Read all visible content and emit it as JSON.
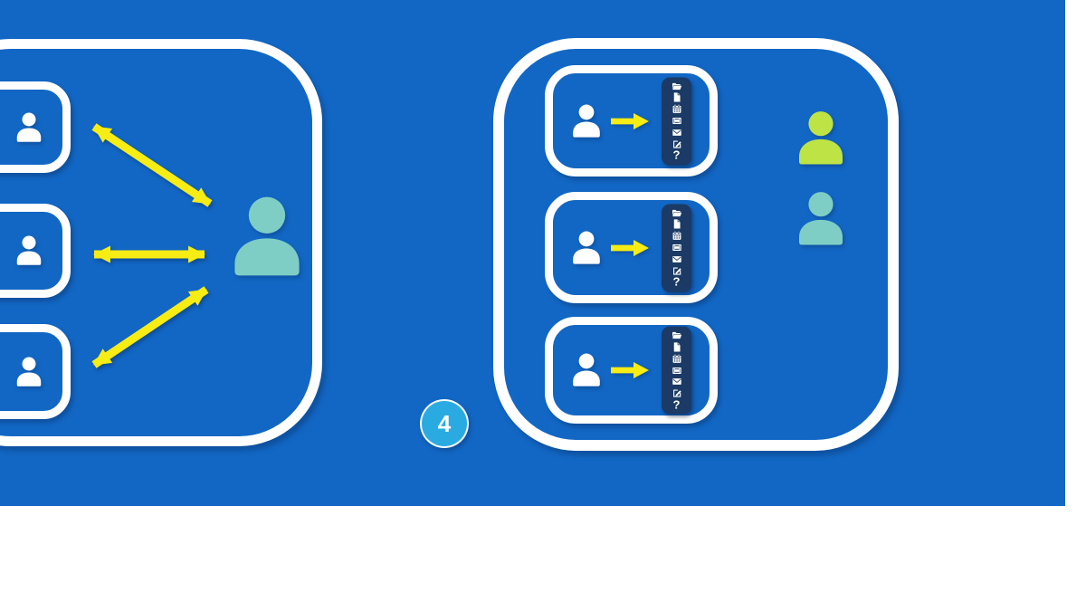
{
  "diagram": {
    "background_color": "#1267C4",
    "page_margin_color": "#FFFFFF",
    "accent_arrow_color": "#F7EC13",
    "step_badge": {
      "label": "4",
      "color": "#29ABE2"
    },
    "left_group": {
      "description": "three member cards linked to a teal coordinator person by two-way yellow arrows",
      "member_cards": [
        {
          "icon": "person-icon",
          "color": "#FFFFFF"
        },
        {
          "icon": "person-icon",
          "color": "#FFFFFF"
        },
        {
          "icon": "person-icon",
          "color": "#FFFFFF"
        }
      ],
      "coordinator": {
        "icon": "person-icon",
        "color": "#7FCEC5"
      },
      "arrows": [
        "two-way",
        "two-way",
        "two-way"
      ]
    },
    "right_group": {
      "description": "three cards where a person points to a vertical toolbar of content icons, observed by two persons",
      "toolbar_color": "#1B3A66",
      "toolbar_icons": [
        {
          "name": "folder-open-icon"
        },
        {
          "name": "document-icon"
        },
        {
          "name": "calendar-icon"
        },
        {
          "name": "video-icon"
        },
        {
          "name": "mail-icon"
        },
        {
          "name": "edit-icon"
        },
        {
          "name": "help-icon",
          "glyph": "?"
        }
      ],
      "rows": [
        {
          "icon": "person-icon",
          "arrow": "right"
        },
        {
          "icon": "person-icon",
          "arrow": "right"
        },
        {
          "icon": "person-icon",
          "arrow": "right"
        }
      ],
      "observers": [
        {
          "icon": "person-icon",
          "color": "#BEE344"
        },
        {
          "icon": "person-icon",
          "color": "#7FCEC5"
        }
      ]
    }
  }
}
